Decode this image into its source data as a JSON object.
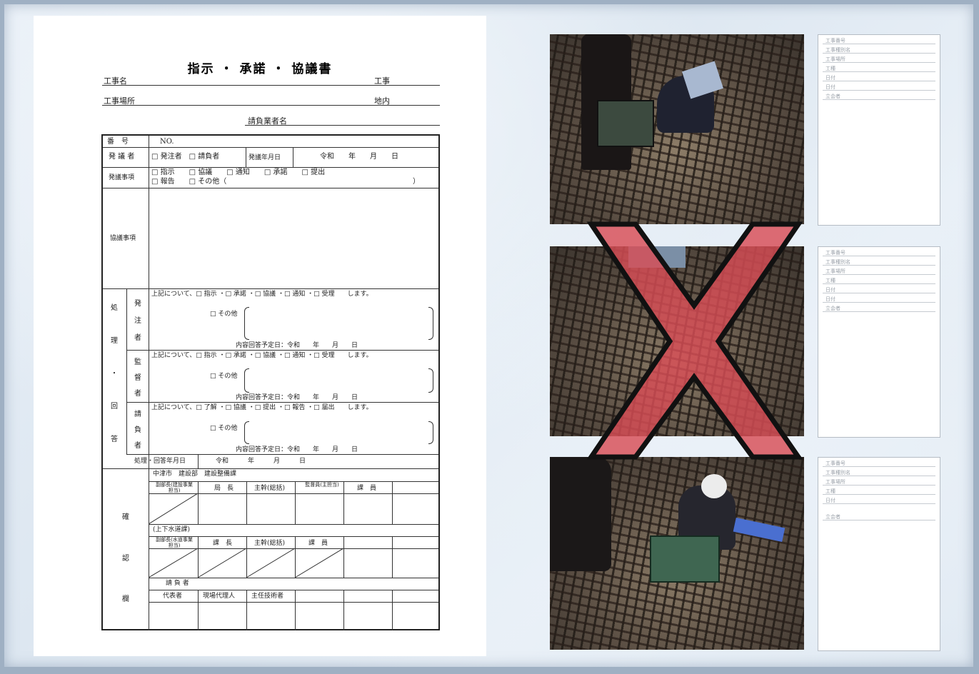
{
  "form": {
    "title": "指示 ・ 承諾 ・ 協議書",
    "header": {
      "project_name_label": "工事名",
      "project_suffix": "工事",
      "site_label": "工事場所",
      "site_suffix": "地内",
      "contractor_label": "請負業者名"
    },
    "rows": {
      "number_label": "番　号",
      "number_value": "NO.",
      "issuer_label": "発 議 者",
      "issuer_options": "□ 発注者　□ 請負者",
      "issue_date_label": "発議年月日",
      "issue_date_value": "令和　　年　　月　　日",
      "matter_label": "発議事項",
      "matter_options_line1": "□ 指示　　□ 協議　　□ 通知　　□ 承諾　　□ 提出",
      "matter_options_line2": "□ 報告　　□ その他（",
      "matter_options_close": "）",
      "content_label": "協議事項"
    },
    "processing": {
      "outer_label": [
        "処",
        "理",
        "・",
        "回",
        "答"
      ],
      "orderer_label": [
        "発",
        "注",
        "者"
      ],
      "supervisor_label": [
        "監",
        "督",
        "者"
      ],
      "contractor_label": [
        "請",
        "負",
        "者"
      ],
      "orderer_line": "上記について、□ 指示 ・□ 承諾 ・□ 協議 ・□ 通知 ・□ 受理　　します。",
      "supervisor_line": "上記について、□ 指示 ・□ 承諾 ・□ 協議 ・□ 通知 ・□ 受理　　します。",
      "contractor_line": "上記について、□ 了解 ・□ 協議 ・□ 提出 ・□ 報告 ・□ 届出　　します。",
      "other_label": "□ その他",
      "reply_date": "内容回答予定日：令和　　年　　月　　日",
      "answer_date_label": "処理・回答年月日",
      "answer_date_value": "令和　　　年　　　月　　　日"
    },
    "remarks": {
      "label": [
        "確",
        "認",
        "欄"
      ],
      "dept_line": "中津市　建設部　建設整備課",
      "row1_headers": [
        "副部長(建設事業担当)",
        "局　長",
        "主幹(総括)",
        "監督員(主担当)",
        "課　員"
      ],
      "section_label": "(上下水道課)",
      "row2_headers": [
        "副部長(水道事業担当)",
        "課　長",
        "主幹(総括)",
        "課　員"
      ],
      "contractor_label": "請 負 者",
      "row3_headers": [
        "代表者",
        "現場代理人",
        "主任技術者"
      ]
    }
  },
  "photos": {
    "panels": [
      {
        "memo_lines": [
          "工事番号",
          "工事種別名",
          "工事場所",
          "工種",
          "日付",
          "日付",
          "立会者"
        ]
      },
      {
        "memo_lines": [
          "工事番号",
          "工事種別名",
          "工事場所",
          "工種",
          "日付",
          "日付",
          "立会者"
        ]
      },
      {
        "memo_lines": [
          "工事番号",
          "工事種別名",
          "工事場所",
          "工種",
          "日付",
          "立会者"
        ]
      }
    ],
    "cross_color": "#d84d55",
    "cross_outline": "#111111"
  }
}
